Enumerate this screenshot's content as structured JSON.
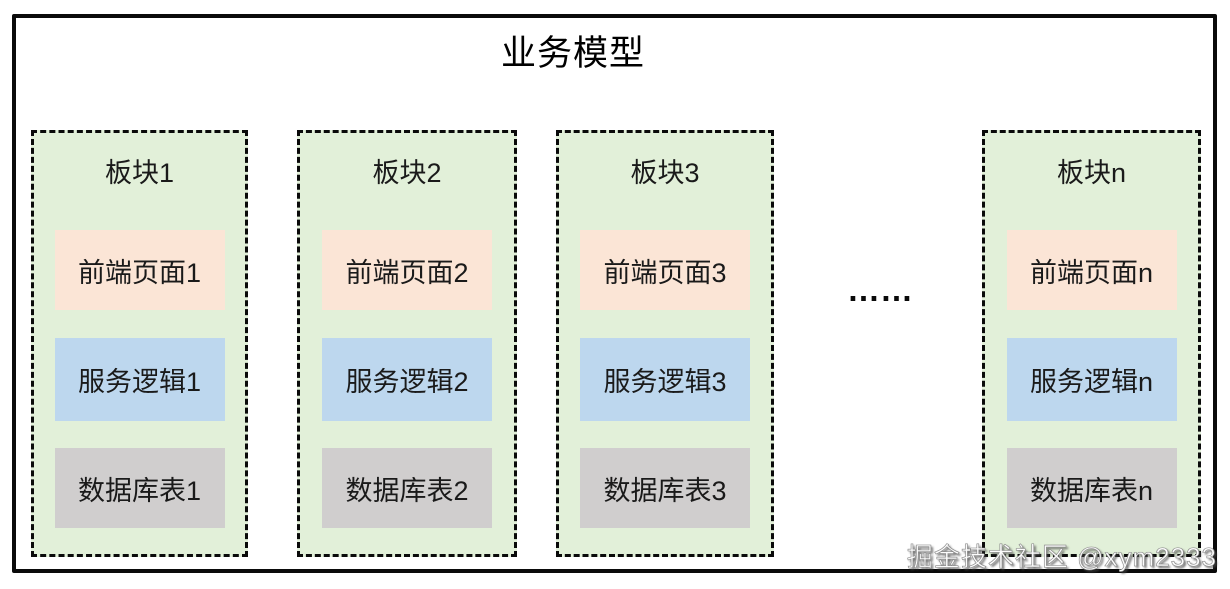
{
  "title": "业务模型",
  "ellipsis": "……",
  "watermark": "掘金技术社区 @xym2333",
  "colors": {
    "module_background": "#e2f0d9",
    "frontend_background": "#fbe5d6",
    "service_background": "#bdd7ee",
    "database_background": "#d0cece",
    "frame_border": "#0a0a0a",
    "text": "#1a1a1a"
  },
  "modules": [
    {
      "label": "板块1",
      "frontend": "前端页面1",
      "service": "服务逻辑1",
      "database": "数据库表1"
    },
    {
      "label": "板块2",
      "frontend": "前端页面2",
      "service": "服务逻辑2",
      "database": "数据库表2"
    },
    {
      "label": "板块3",
      "frontend": "前端页面3",
      "service": "服务逻辑3",
      "database": "数据库表3"
    },
    {
      "label": "板块n",
      "frontend": "前端页面n",
      "service": "服务逻辑n",
      "database": "数据库表n"
    }
  ]
}
